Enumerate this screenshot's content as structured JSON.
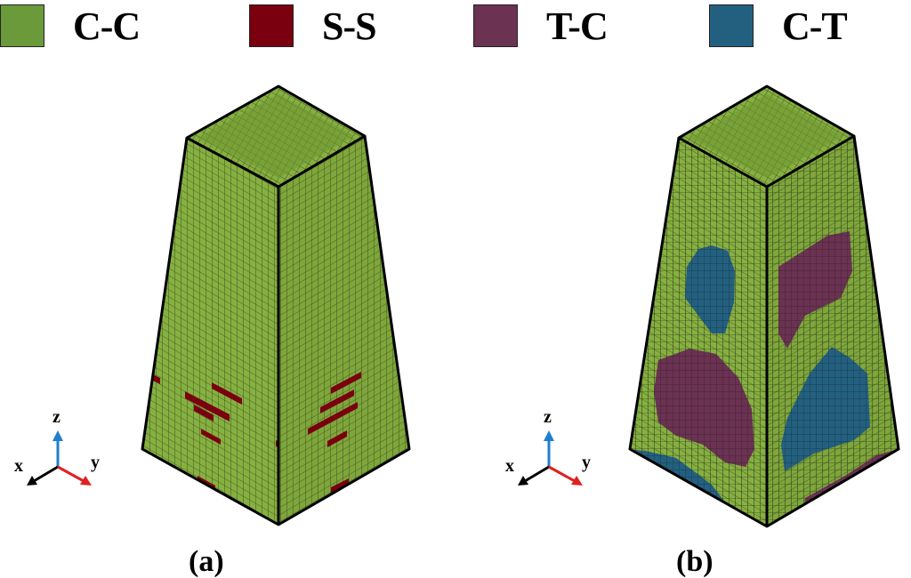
{
  "legend": [
    {
      "label": "C-C",
      "color": "#6a9a3a"
    },
    {
      "label": "S-S",
      "color": "#7a0010"
    },
    {
      "label": "T-C",
      "color": "#6b3252"
    },
    {
      "label": "C-T",
      "color": "#236080"
    }
  ],
  "panels": [
    {
      "label": "(a)"
    },
    {
      "label": "(b)"
    }
  ],
  "axes": {
    "x": "x",
    "y": "y",
    "z": "z"
  },
  "colors": {
    "mesh": "#7fa83a",
    "mesh_line": "#2f3d1a",
    "edge": "#000000",
    "z_axis": "#1e7fd0",
    "y_axis": "#e02020",
    "x_axis": "#000000"
  }
}
